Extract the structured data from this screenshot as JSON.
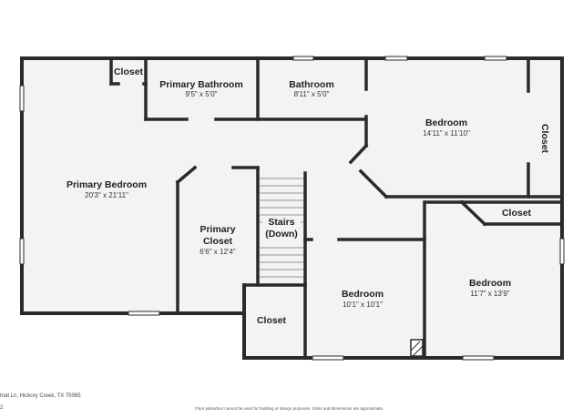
{
  "rooms": {
    "primary_bedroom": {
      "name": "Primary Bedroom",
      "dim": "20'3\" x 21'11\""
    },
    "closet_top": {
      "name": "Closet"
    },
    "primary_bathroom": {
      "name": "Primary Bathroom",
      "dim": "9'5\" x 5'0\""
    },
    "bathroom": {
      "name": "Bathroom",
      "dim": "8'11\" x 5'0\""
    },
    "bedroom_ne": {
      "name": "Bedroom",
      "dim": "14'11\" x 11'10\""
    },
    "closet_east": {
      "name": "Closet"
    },
    "primary_closet": {
      "name_line1": "Primary",
      "name_line2": "Closet",
      "dim": "6'6\" x 12'4\""
    },
    "stairs": {
      "name_line1": "Stairs",
      "name_line2": "(Down)"
    },
    "closet_se": {
      "name": "Closet"
    },
    "bedroom_se": {
      "name": "Bedroom",
      "dim": "11'7\" x 13'9\""
    },
    "bedroom_s": {
      "name": "Bedroom",
      "dim": "10'1\" x 10'1\""
    },
    "closet_sw": {
      "name": "Closet"
    }
  },
  "footer": {
    "address": "trait Ln, Hickory Creek, TX 75065",
    "page": "2",
    "note": "Floor plans/tour cannot be used for building or design purposes. Sizes and dimensions are approximate."
  }
}
